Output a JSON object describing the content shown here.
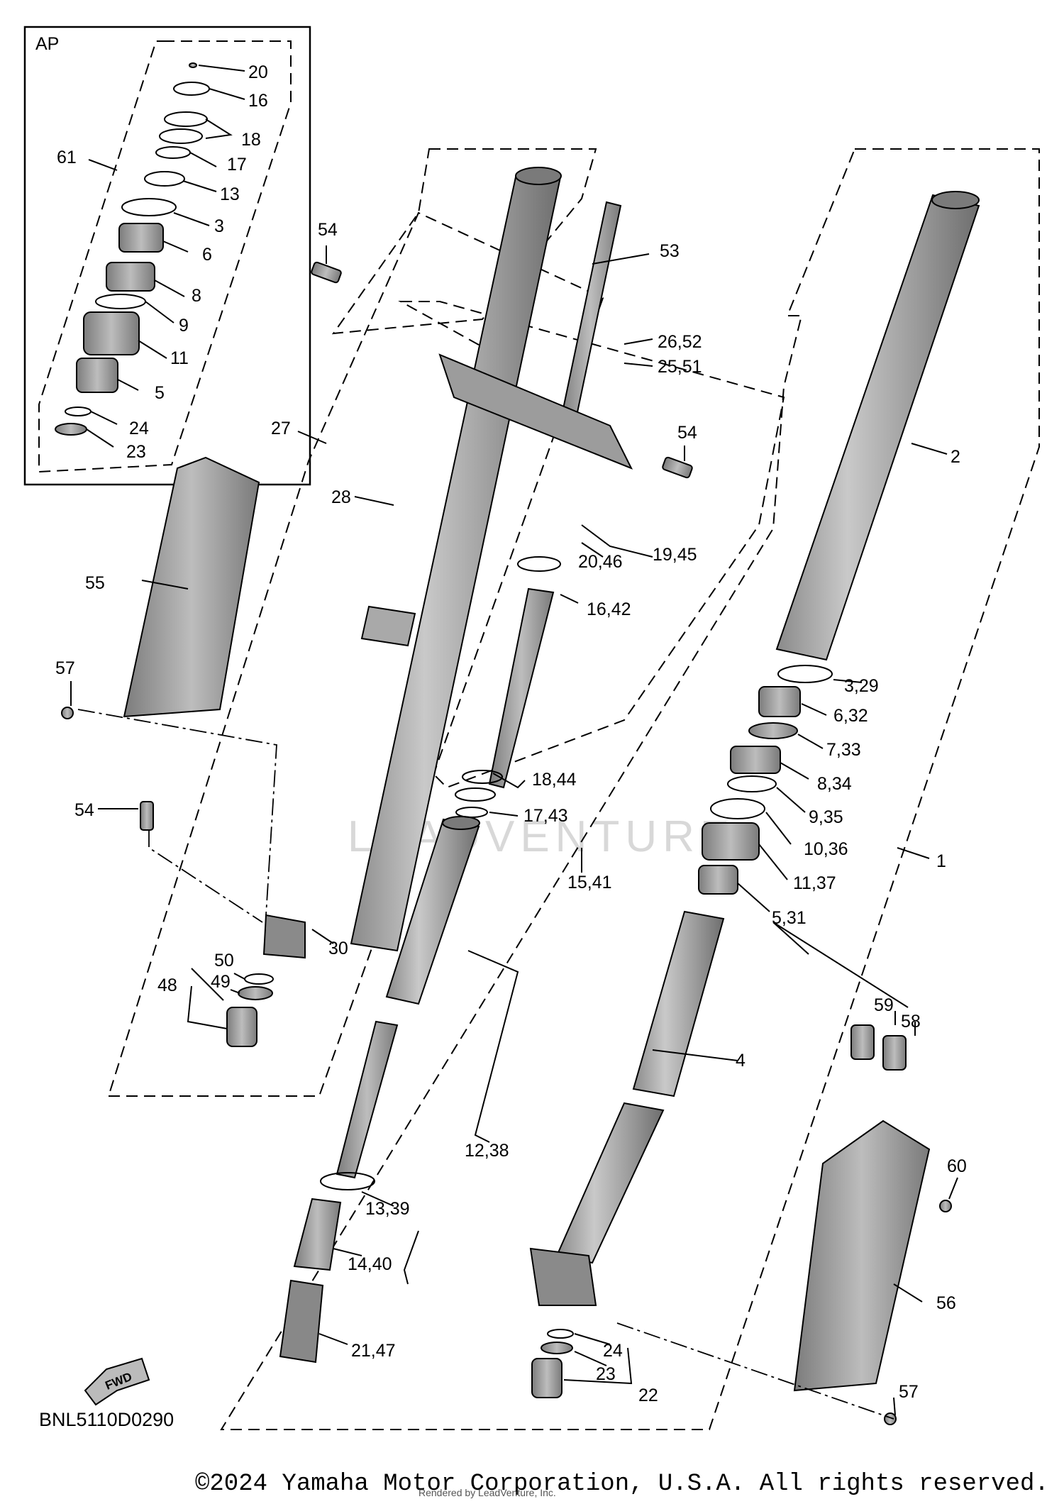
{
  "diagram": {
    "kit_box_label": "AP",
    "diagram_code": "BNL5110D0290",
    "watermark": "LEADVENTURE",
    "fwd_label": "FWD",
    "copyright": "©2024 Yamaha Motor Corporation, U.S.A. All rights reserved.",
    "rendered_by": "Rendered by LeadVenture, Inc.",
    "callouts": [
      {
        "id": "c20a",
        "text": "20"
      },
      {
        "id": "c16a",
        "text": "16"
      },
      {
        "id": "c18a",
        "text": "18"
      },
      {
        "id": "c17a",
        "text": "17"
      },
      {
        "id": "c61",
        "text": "61"
      },
      {
        "id": "c13a",
        "text": "13"
      },
      {
        "id": "c3a",
        "text": "3"
      },
      {
        "id": "c6a",
        "text": "6"
      },
      {
        "id": "c8a",
        "text": "8"
      },
      {
        "id": "c9a",
        "text": "9"
      },
      {
        "id": "c11a",
        "text": "11"
      },
      {
        "id": "c5a",
        "text": "5"
      },
      {
        "id": "c24a",
        "text": "24"
      },
      {
        "id": "c23a",
        "text": "23"
      },
      {
        "id": "c54a",
        "text": "54"
      },
      {
        "id": "c53",
        "text": "53"
      },
      {
        "id": "c26",
        "text": "26,52"
      },
      {
        "id": "c25",
        "text": "25,51"
      },
      {
        "id": "c54b",
        "text": "54"
      },
      {
        "id": "c27",
        "text": "27"
      },
      {
        "id": "c28",
        "text": "28"
      },
      {
        "id": "c2",
        "text": "2"
      },
      {
        "id": "c19",
        "text": "19,45"
      },
      {
        "id": "c20b",
        "text": "20,46"
      },
      {
        "id": "c16b",
        "text": "16,42"
      },
      {
        "id": "c55",
        "text": "55"
      },
      {
        "id": "c57a",
        "text": "57"
      },
      {
        "id": "c3b",
        "text": "3,29"
      },
      {
        "id": "c6b",
        "text": "6,32"
      },
      {
        "id": "c7",
        "text": "7,33"
      },
      {
        "id": "c18b",
        "text": "18,44"
      },
      {
        "id": "c8b",
        "text": "8,34"
      },
      {
        "id": "c54c",
        "text": "54"
      },
      {
        "id": "c17b",
        "text": "17,43"
      },
      {
        "id": "c9b",
        "text": "9,35"
      },
      {
        "id": "c10",
        "text": "10,36"
      },
      {
        "id": "c1",
        "text": "1"
      },
      {
        "id": "c15",
        "text": "15,41"
      },
      {
        "id": "c11b",
        "text": "11,37"
      },
      {
        "id": "c5b",
        "text": "5,31"
      },
      {
        "id": "c30",
        "text": "30"
      },
      {
        "id": "c50",
        "text": "50"
      },
      {
        "id": "c48",
        "text": "48"
      },
      {
        "id": "c49",
        "text": "49"
      },
      {
        "id": "c59",
        "text": "59"
      },
      {
        "id": "c58",
        "text": "58"
      },
      {
        "id": "c4",
        "text": "4"
      },
      {
        "id": "c12",
        "text": "12,38"
      },
      {
        "id": "c60",
        "text": "60"
      },
      {
        "id": "c13b",
        "text": "13,39"
      },
      {
        "id": "c14",
        "text": "14,40"
      },
      {
        "id": "c56",
        "text": "56"
      },
      {
        "id": "c21",
        "text": "21,47"
      },
      {
        "id": "c24b",
        "text": "24"
      },
      {
        "id": "c23b",
        "text": "23"
      },
      {
        "id": "c22",
        "text": "22"
      },
      {
        "id": "c57b",
        "text": "57"
      }
    ]
  }
}
